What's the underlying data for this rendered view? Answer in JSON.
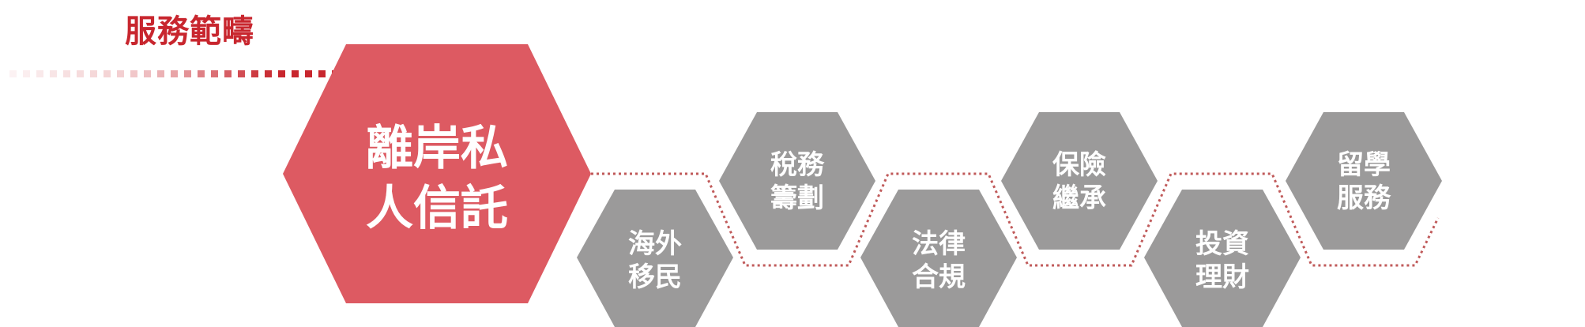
{
  "section_title": "服務範疇",
  "colors": {
    "accent": "#c8262e",
    "main_hex": "#dd5a62",
    "service_hex": "#9b9a9a",
    "connector": "#c05a5a"
  },
  "main_service": {
    "line1": "離岸私",
    "line2": "人信託"
  },
  "services": [
    {
      "line1": "海外",
      "line2": "移民"
    },
    {
      "line1": "稅務",
      "line2": "籌劃"
    },
    {
      "line1": "法律",
      "line2": "合規"
    },
    {
      "line1": "保險",
      "line2": "繼承"
    },
    {
      "line1": "投資",
      "line2": "理財"
    },
    {
      "line1": "留學",
      "line2": "服務"
    }
  ]
}
